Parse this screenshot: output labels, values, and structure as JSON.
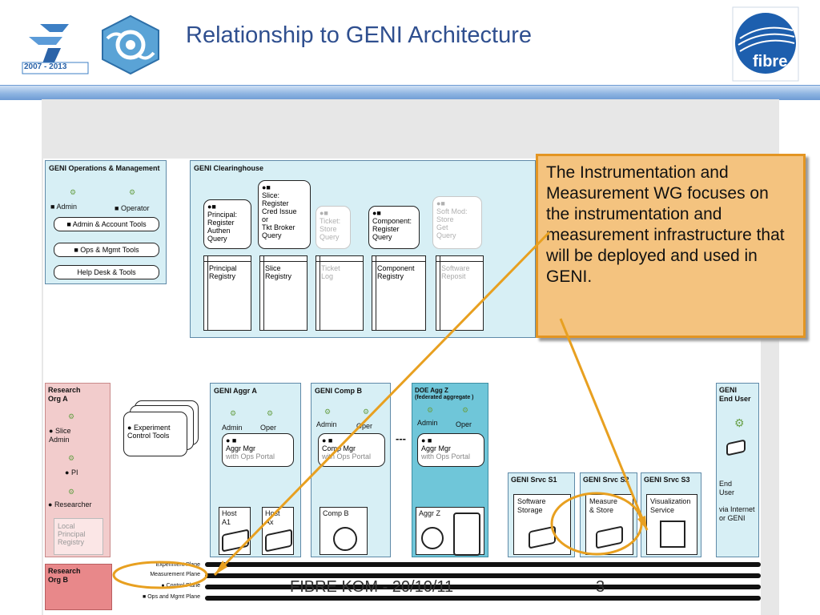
{
  "slide": {
    "title": "Relationship to GENI Architecture",
    "logos": {
      "fp7_year": "2007 - 2013",
      "fibre": "fibre"
    },
    "footer": {
      "text": "FIBRE KOM - 20/10/11",
      "page": "3"
    }
  },
  "callout": {
    "text": "The Instrumentation and Measurement WG focuses on the instrumentation and measurement infrastructure that will be deployed and used in GENI."
  },
  "ops_mgmt": {
    "title": "GENI Operations & Management",
    "admin": "Admin",
    "operator": "Operator",
    "tools": [
      "Admin & Account Tools",
      "Ops & Mgmt Tools",
      "Help Desk & Tools"
    ]
  },
  "clearinghouse": {
    "title": "GENI Clearinghouse",
    "principal": "Principal:\nRegister\nAuthen\nQuery",
    "slice": "Slice:\nRegister\nCred Issue\nor\nTkt Broker\nQuery",
    "ticket": "Ticket:\nStore\nQuery",
    "component": "Component:\nRegister\nQuery",
    "softmod": "Soft Mod:\nStore\nGet\nQuery",
    "registries": [
      "Principal\nRegistry",
      "Slice\nRegistry",
      "Ticket\nLog",
      "Component\nRegistry",
      "Software\nReposit"
    ]
  },
  "research_a": {
    "title": "Research\nOrg A",
    "slice_admin": "Slice\nAdmin",
    "pi": "PI",
    "researcher": "Researcher",
    "local_registry": "Local\nPrincipal\nRegistry"
  },
  "research_b": {
    "title": "Research\nOrg B"
  },
  "exp_tools": "Experiment\nControl Tools",
  "aggr_a": {
    "title": "GENI Aggr A",
    "admin": "Admin",
    "oper": "Oper",
    "mgr": "Aggr Mgr",
    "mgr_sub": "with Ops Portal",
    "host1": "Host\nA1",
    "host2": "Host\nAx"
  },
  "comp_b": {
    "title": "GENI Comp B",
    "admin": "Admin",
    "oper": "Oper",
    "mgr": "Comp Mgr",
    "mgr_sub": "with Ops Portal",
    "node": "Comp B"
  },
  "ellipsis": "---",
  "doe_aggr": {
    "title": "DOE Agg Z",
    "subtitle": "(federated aggregate )",
    "admin": "Admin",
    "oper": "Oper",
    "mgr": "Aggr Mgr",
    "mgr_sub": "with Ops Portal",
    "node": "Aggr Z"
  },
  "services": [
    {
      "title": "GENI Srvc S1",
      "label": "Software\nStorage"
    },
    {
      "title": "GENI Srvc S2",
      "label": "Measure\n& Store"
    },
    {
      "title": "GENI Srvc S3",
      "label": "Visualization\nService"
    }
  ],
  "end_user": {
    "title": "GENI\nEnd User",
    "label": "End\nUser",
    "via": "via Internet\nor GENI"
  },
  "planes": [
    "Experiment Plane",
    "Measurement Plane",
    "Control Plane",
    "Ops and Mgmt Plane"
  ],
  "colors": {
    "title": "#2f4f8f",
    "callout_fill": "#f4c37f",
    "callout_border": "#e39522",
    "light_blue": "#d7eff5",
    "dark_teal": "#6fc6d9",
    "pink": "#f2cccc",
    "salmon": "#e8888a",
    "arrow": "#e8a020"
  }
}
